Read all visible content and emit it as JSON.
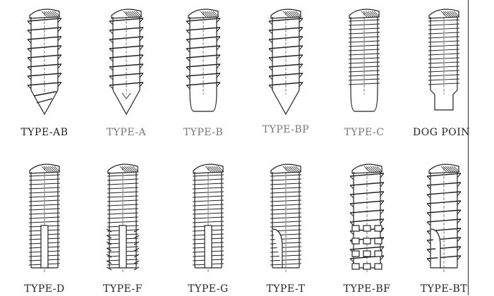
{
  "rows": [
    {
      "items": [
        {
          "label": "TYPE-AB",
          "tip": "gimlet",
          "threads": "coarse",
          "icon": "type-ab-screw-icon"
        },
        {
          "label": "TYPE-A",
          "tip": "gimlet-open",
          "threads": "coarse",
          "icon": "type-a-screw-icon"
        },
        {
          "label": "TYPE-B",
          "tip": "blunt",
          "threads": "coarse",
          "icon": "type-b-screw-icon"
        },
        {
          "label": "TYPE-BP",
          "tip": "cone",
          "threads": "coarse",
          "icon": "type-bp-screw-icon"
        },
        {
          "label": "TYPE-C",
          "tip": "blunt",
          "threads": "fine",
          "icon": "type-c-screw-icon"
        },
        {
          "label": "DOG POIN",
          "tip": "dog",
          "threads": "fine",
          "icon": "dog-point-screw-icon"
        }
      ]
    },
    {
      "items": [
        {
          "label": "TYPE-D",
          "tip": "slot",
          "threads": "fine",
          "icon": "type-d-screw-icon"
        },
        {
          "label": "TYPE-F",
          "tip": "serrated-slot",
          "threads": "fine",
          "icon": "type-f-screw-icon"
        },
        {
          "label": "TYPE-G",
          "tip": "slot",
          "threads": "fine",
          "icon": "type-g-screw-icon"
        },
        {
          "label": "TYPE-T",
          "tip": "side-cut",
          "threads": "fine",
          "icon": "type-t-screw-icon"
        },
        {
          "label": "TYPE-BF",
          "tip": "cross-cuts",
          "threads": "coarse",
          "icon": "type-bf-screw-icon"
        },
        {
          "label": "TYPE-BT",
          "tip": "side-cut",
          "threads": "coarse",
          "icon": "type-bt-screw-icon"
        }
      ]
    }
  ]
}
